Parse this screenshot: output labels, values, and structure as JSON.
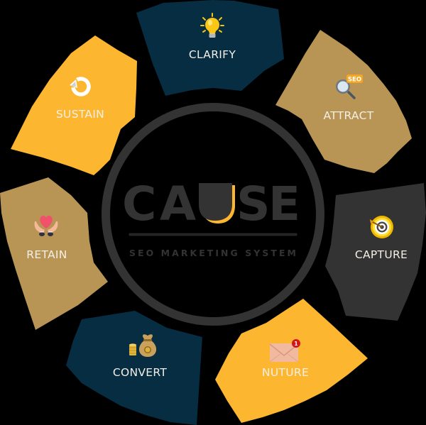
{
  "colors": {
    "background": "#000000",
    "navy": "#062d42",
    "tan": "#b89554",
    "yellow": "#fdb62f",
    "charcoal": "#333333",
    "label": "#f4efe6"
  },
  "logo": {
    "letters": [
      "C",
      "A",
      "U",
      "S",
      "E"
    ],
    "word": "CAUSE",
    "subtitle": "SEO MARKETING SYSTEM"
  },
  "segments": [
    {
      "id": "clarify",
      "label": "CLARIFY",
      "icon": "lightbulb-icon",
      "color": "navy"
    },
    {
      "id": "attract",
      "label": "ATTRACT",
      "icon": "seo-magnifier-icon",
      "color": "tan",
      "icon_badge": "SEO"
    },
    {
      "id": "capture",
      "label": "CAPTURE",
      "icon": "target-icon",
      "color": "charcoal"
    },
    {
      "id": "nuture",
      "label": "NUTURE",
      "icon": "envelope-notification-icon",
      "color": "yellow",
      "icon_badge": "1"
    },
    {
      "id": "convert",
      "label": "CONVERT",
      "icon": "money-bag-icon",
      "color": "navy"
    },
    {
      "id": "retain",
      "label": "RETAIN",
      "icon": "heart-in-hands-icon",
      "color": "tan"
    },
    {
      "id": "sustain",
      "label": "SUSTAIN",
      "icon": "cycle-arrow-icon",
      "color": "yellow"
    }
  ]
}
